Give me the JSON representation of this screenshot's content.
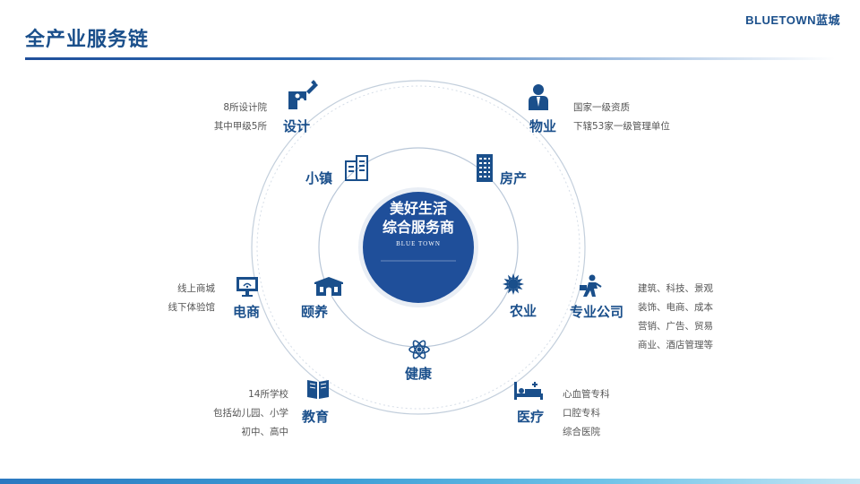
{
  "header": {
    "title": "全产业服务链",
    "brand": "BLUETOWN蓝城"
  },
  "center": {
    "line1": "美好生活",
    "line2": "综合服务商",
    "line3": "BLUE TOWN"
  },
  "inner_nodes": {
    "town": "小镇",
    "realestate": "房产",
    "elderly": "颐养",
    "agriculture": "农业",
    "health": "健康"
  },
  "outer_nodes": {
    "design": {
      "label": "设计",
      "notes": [
        "8所设计院",
        "其中甲级5所"
      ]
    },
    "property": {
      "label": "物业",
      "notes": [
        "国家一级资质",
        "下辖53家一级管理单位"
      ]
    },
    "ecommerce": {
      "label": "电商",
      "notes": [
        "线上商城",
        "线下体验馆"
      ]
    },
    "professional": {
      "label": "专业公司",
      "notes": [
        "建筑、科技、景观",
        "装饰、电商、成本",
        "营销、广告、贸易",
        "商业、酒店管理等"
      ]
    },
    "education": {
      "label": "教育",
      "notes": [
        "14所学校",
        "包括幼儿园、小学",
        "初中、高中"
      ]
    },
    "medical": {
      "label": "医疗",
      "notes": [
        "心血管专科",
        "口腔专科",
        "综合医院"
      ]
    }
  },
  "colors": {
    "primary": "#1a4f8b",
    "circle": "#1f4f9a",
    "ring": "#b9c7d8",
    "note": "#555555"
  },
  "icons": {
    "design": "design-puzzle-icon",
    "property": "property-manager-icon",
    "town": "town-building-icon",
    "realestate": "realestate-tower-icon",
    "ecommerce": "monitor-icon",
    "elderly": "elderly-home-icon",
    "agriculture": "sunflower-icon",
    "professional": "worker-icon",
    "health": "health-atom-icon",
    "education": "book-icon",
    "medical": "hospital-bed-icon"
  }
}
